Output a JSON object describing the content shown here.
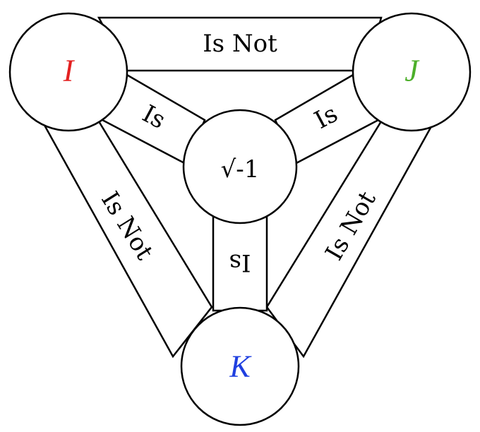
{
  "nodes": {
    "i": {
      "label": "I",
      "color": "#e32020"
    },
    "j": {
      "label": "J",
      "color": "#4caf2a"
    },
    "k": {
      "label": "K",
      "color": "#1f3fe0"
    },
    "center": {
      "label": "√-1"
    }
  },
  "edges": {
    "i_j": "Is Not",
    "i_k": "Is Not",
    "j_k": "Is Not",
    "i_center": "Is",
    "j_center": "Is",
    "k_center": "Is"
  }
}
